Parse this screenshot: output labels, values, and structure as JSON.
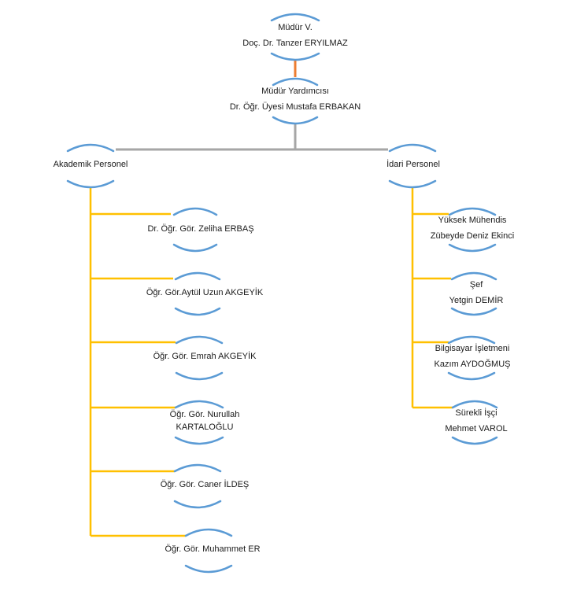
{
  "colors": {
    "arc": "#5b9bd5",
    "connector_gray": "#a6a6a6",
    "connector_orange": "#ed7d31",
    "connector_yellow": "#ffc000",
    "text": "#1a1a1a"
  },
  "nodes": {
    "director": {
      "line1": "Müdür V.",
      "line2": "Doç. Dr. Tanzer ERYILMAZ"
    },
    "vice_director": {
      "line1": "Müdür Yardımcısı",
      "line2": "Dr. Öğr. Üyesi Mustafa ERBAKAN"
    },
    "academic": {
      "line1": "Akademik Personel"
    },
    "admin": {
      "line1": "İdari Personel"
    },
    "academic_staff": [
      {
        "line1": "Dr. Öğr. Gör. Zeliha ERBAŞ"
      },
      {
        "line1": "Öğr. Gör.Aytül Uzun AKGEYİK"
      },
      {
        "line1": "Öğr. Gör. Emrah AKGEYİK"
      },
      {
        "line1": "Öğr. Gör. Nurullah",
        "line2": "KARTALOĞLU"
      },
      {
        "line1": "Öğr. Gör. Caner İLDEŞ"
      },
      {
        "line1": "Öğr. Gör. Muhammet ER"
      }
    ],
    "admin_staff": [
      {
        "line1": "Yüksek Mühendis",
        "line2": "Zübeyde Deniz Ekinci"
      },
      {
        "line1": "Şef",
        "line2": "Yetgin DEMİR"
      },
      {
        "line1": "Bilgisayar İşletmeni",
        "line2": "Kazım AYDOĞMUŞ"
      },
      {
        "line1": "Sürekli İşçi",
        "line2": "Mehmet VAROL"
      }
    ]
  }
}
